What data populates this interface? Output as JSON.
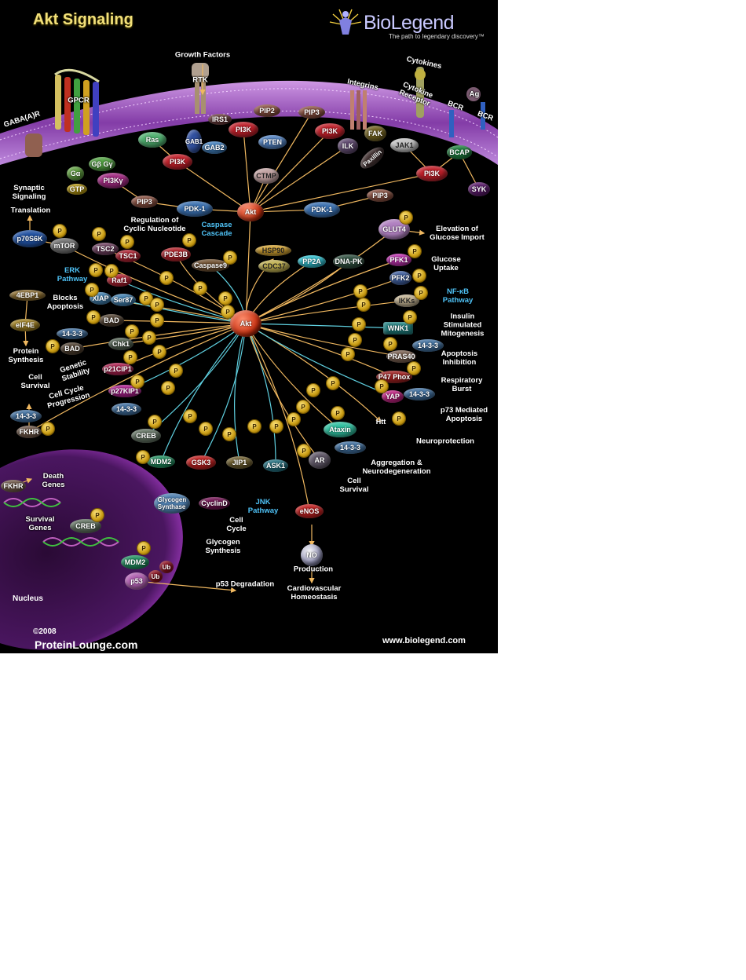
{
  "header": {
    "title": "Akt Signaling",
    "brand": "BioLegend",
    "tagline": "The path to legendary discovery™",
    "copyright": "©2008",
    "publisher": "ProteinLounge.com",
    "website": "www.biolegend.com"
  },
  "nucleus_label": "Nucleus",
  "phospho_symbol": "P",
  "colors": {
    "background": "#000000",
    "membrane": "#a860c8",
    "arrow": "#f0b860",
    "inhibit": "#5fd0e0",
    "akt": "#d2401e",
    "phospho": "#e0b020",
    "pathway_text": "#4fc3f7",
    "nucleus": "#7a2a9a"
  },
  "labels": {
    "growth_factors": "Growth Factors",
    "rtk": "RTK",
    "gaba": "GABA(A)R",
    "gpcr": "GPCR",
    "integrins": "Integrins",
    "cytokines": "Cytokines",
    "cytokine_receptor": "Cytokine\nReceptor",
    "bcr1": "BCR",
    "bcr2": "BCR",
    "ag": "Ag",
    "synaptic": "Synaptic\nSignaling",
    "translation": "Translation",
    "reg_cyclic": "Regulation of\nCyclic Nucleotide",
    "caspase_cascade": "Caspase\nCascade",
    "elevation_glucose": "Elevation of\nGlucose Import",
    "glucose_uptake": "Glucose\nUptake",
    "erk_pathway": "ERK\nPathway",
    "blocks_apoptosis": "Blocks\nApoptosis",
    "nfkb_pathway": "NF-κB\nPathway",
    "insulin_mito": "Insulin\nStimulated\nMitogenesis",
    "protein_synthesis": "Protein\nSynthesis",
    "genetic_stability": "Genetic\nStability",
    "cell_survival_left": "Cell\nSurvival",
    "cell_cycle_prog": "Cell Cycle\nProgression",
    "apoptosis_inhibition": "Apoptosis\nInhibition",
    "respiratory_burst": "Respiratory\nBurst",
    "p73_apoptosis": "p73 Mediated\nApoptosis",
    "neuroprotection": "Neuroprotection",
    "aggregation": "Aggregation &\nNeurodegeneration",
    "cell_survival_ar": "Cell\nSurvival",
    "death_genes": "Death\nGenes",
    "survival_genes": "Survival\nGenes",
    "cell_cycle": "Cell\nCycle",
    "glycogen_synthesis": "Glycogen\nSynthesis",
    "p53_degradation": "p53 Degradation",
    "no_production": "Production",
    "cardio": "Cardiovascular\nHomeostasis",
    "jnk_pathway": "JNK\nPathway"
  },
  "nodes": {
    "akt_top": "Akt",
    "akt_center": "Akt",
    "pi3k_1": "PI3K",
    "pi3k_2": "PI3K",
    "pi3k_3": "PI3K",
    "pi3k_4": "PI3K",
    "pi3k_gamma": "PI3Kγ",
    "pip2": "PIP2",
    "pip3_1": "PIP3",
    "pip3_2": "PIP3",
    "pip3_3": "PIP3",
    "pdk1_1": "PDK-1",
    "pdk1_2": "PDK-1",
    "irs1": "IRS1",
    "gab1": "GAB1",
    "gab2": "GAB2",
    "pten": "PTEN",
    "ctmp": "CTMP",
    "ras": "Ras",
    "ga": "Gα",
    "gtp": "GTP",
    "gbg": "Gβ Gγ",
    "ilk": "ILK",
    "fak": "FAK",
    "paxillin": "Paxillin",
    "jak1": "JAK1",
    "bcap": "BCAP",
    "syk": "SYK",
    "glut4": "GLUT4",
    "p70s6k": "p70S6K",
    "mtor": "mTOR",
    "tsc2": "TSC2",
    "tsc1": "TSC1",
    "pde3b": "PDE3B",
    "caspase9": "Caspase9",
    "hsp90": "HSP90",
    "cdc37": "CDC37",
    "pp2a": "PP2A",
    "dnapk": "DNA-PK",
    "pfk1": "PFK1",
    "pfk2": "PFK2",
    "raf1": "Raf1",
    "ebp1": "4EBP1",
    "xiap": "XIAP",
    "ser87": "Ser87",
    "ikks": "IKKs",
    "bad_1": "BAD",
    "bad_2": "BAD",
    "wnk1": "WNK1",
    "eif4e": "eIF4E",
    "f1433_1": "14-3-3",
    "f1433_2": "14-3-3",
    "f1433_3": "14-3-3",
    "f1433_4": "14-3-3",
    "f1433_5": "14-3-3",
    "f1433_6": "14-3-3",
    "chk1": "Chk1",
    "pras40": "PRAS40",
    "p21": "p21CIP1",
    "p47": "P47 Phox",
    "p27": "p27KIP1",
    "yap": "YAP",
    "fkhr_1": "FKHR",
    "fkhr_2": "FKHR",
    "htt": "Htt",
    "creb_1": "CREB",
    "creb_2": "CREB",
    "ataxin": "Ataxin",
    "mdm2_1": "MDM2",
    "mdm2_2": "MDM2",
    "gsk3": "GSK3",
    "jip1": "JIP1",
    "ask1": "ASK1",
    "ar": "AR",
    "glycogen_synthase": "Glycogen\nSynthase",
    "cyclind": "CyclinD",
    "enos": "eNOS",
    "no": "NO",
    "ub_1": "Ub",
    "ub_2": "Ub",
    "p53": "p53"
  }
}
